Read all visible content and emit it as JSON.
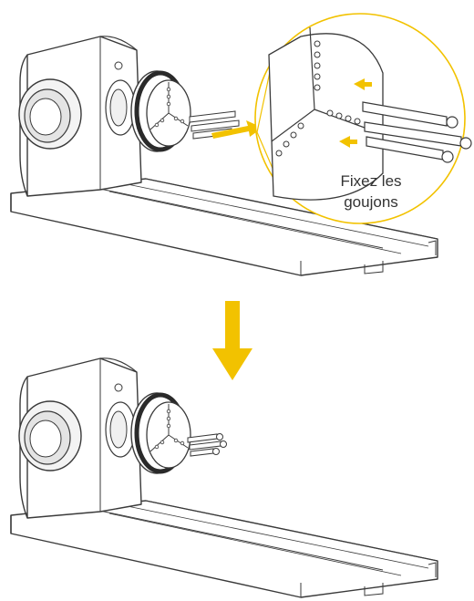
{
  "callout": {
    "line1": "Fixez les",
    "line2": "goujons"
  },
  "colors": {
    "accent_yellow": "#f2c200",
    "line": "#3a3a3a",
    "fill_light": "#ffffff",
    "fill_grey": "#e9e9e9"
  },
  "icons": [
    "rotary-chuck",
    "down-arrow",
    "insert-arrow"
  ]
}
